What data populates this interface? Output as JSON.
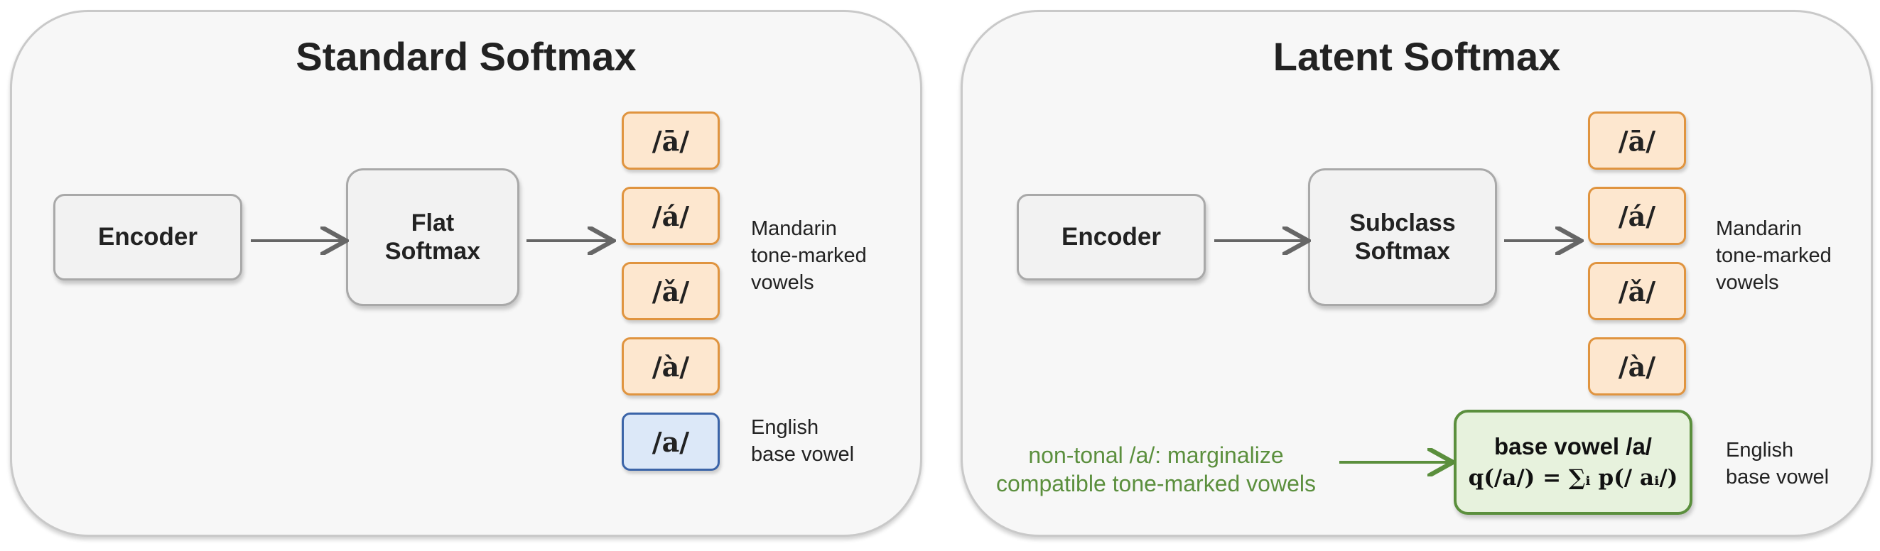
{
  "left_panel": {
    "title": "Standard Softmax",
    "encoder_label": "Encoder",
    "softmax_label": "Flat\nSoftmax",
    "vowels": [
      "/ā/",
      "/á/",
      "/ǎ/",
      "/à/"
    ],
    "base_vowel": "/a/",
    "mandarin_label": "Mandarin\ntone-marked\nvowels",
    "english_label": "English\nbase vowel"
  },
  "right_panel": {
    "title": "Latent Softmax",
    "encoder_label": "Encoder",
    "softmax_label": "Subclass\nSoftmax",
    "vowels": [
      "/ā/",
      "/á/",
      "/ǎ/",
      "/à/"
    ],
    "mandarin_label": "Mandarin\ntone-marked\nvowels",
    "english_label": "English\nbase vowel",
    "base_box_title": "base vowel /a/",
    "base_box_formula": "q(/a/) = ∑ᵢ p(/ aᵢ/)",
    "marginalize_note": "non-tonal /a/: marginalize\ncompatible tone-marked vowels"
  },
  "colors": {
    "panel_bg": "#f7f7f7",
    "mandarin_fill": "#fde7cf",
    "mandarin_border": "#e0943f",
    "english_fill": "#dce8f8",
    "english_border": "#3b64a8",
    "latent_fill": "#e7f2dd",
    "latent_border": "#5b8f3d",
    "arrow": "#666666"
  }
}
